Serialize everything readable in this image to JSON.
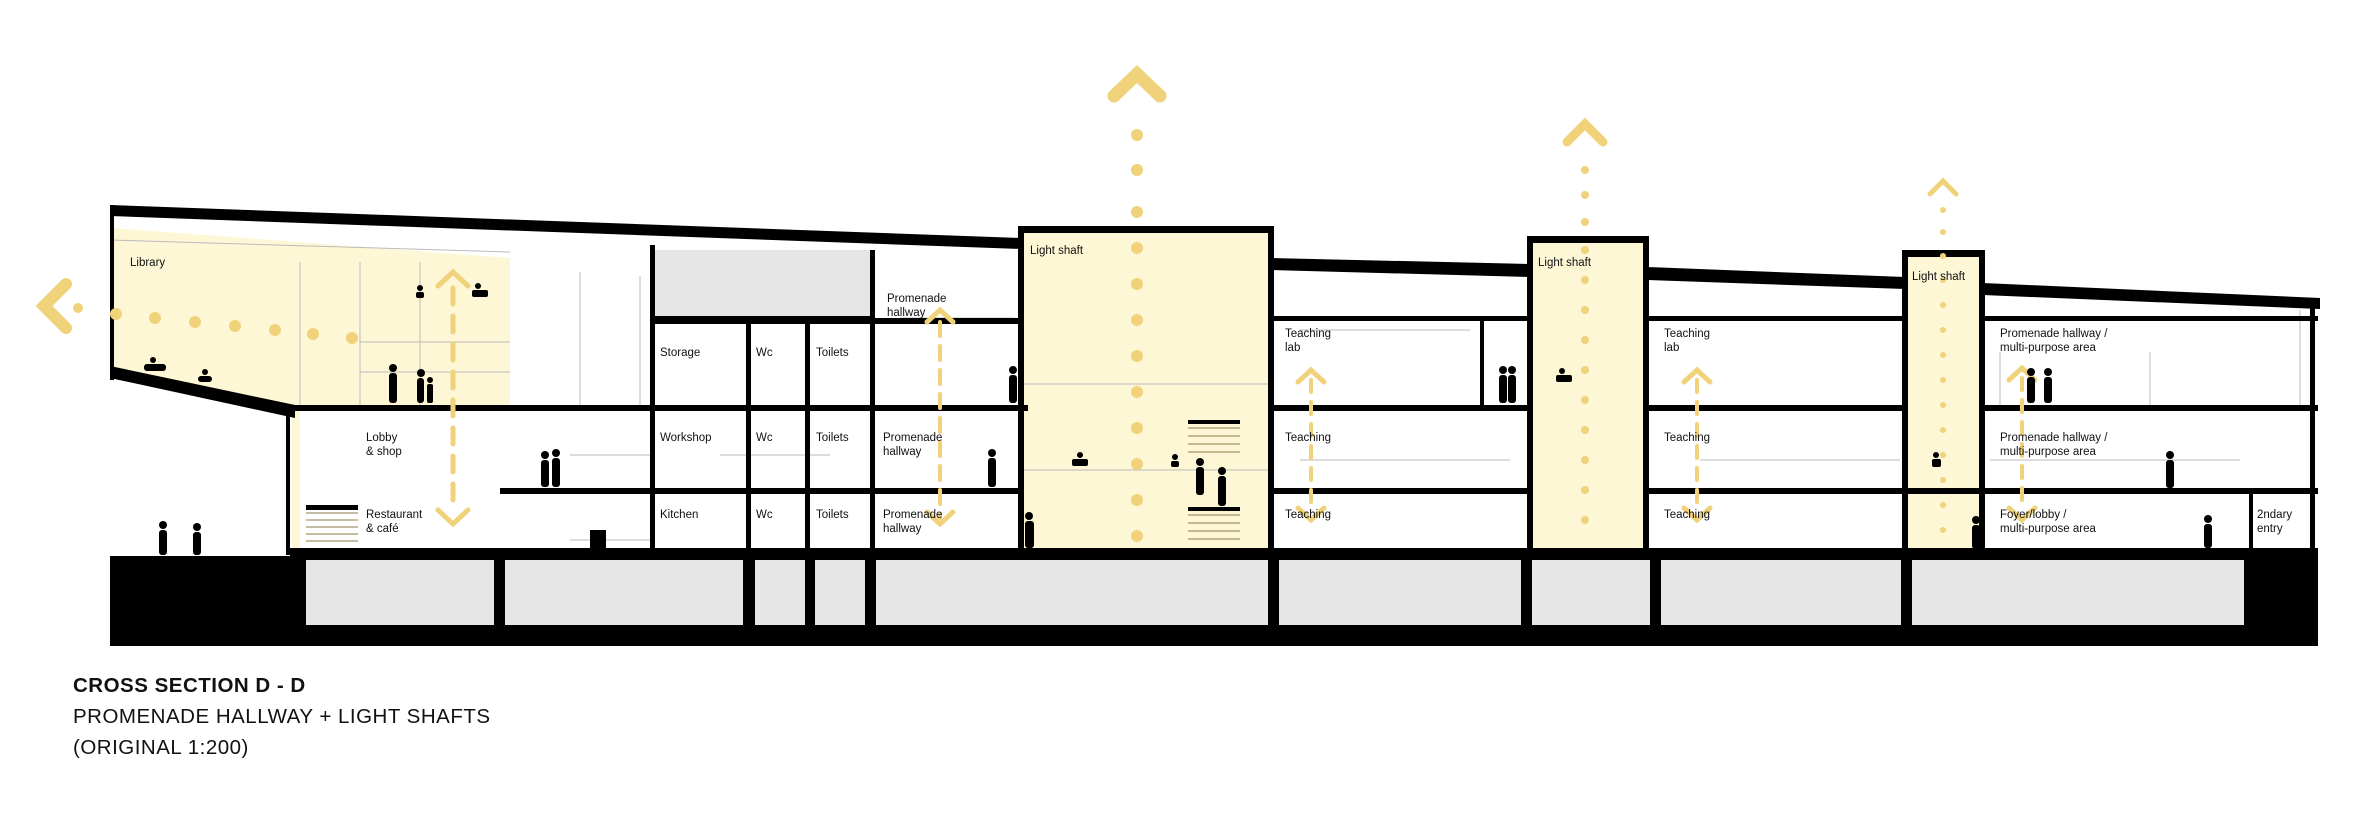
{
  "caption": {
    "title": "CROSS SECTION D - D",
    "subtitle": "PROMENADE HALLWAY + LIGHT SHAFTS",
    "scale": "(ORIGINAL 1:200)"
  },
  "labels": {
    "library": "Library",
    "lobby_1": "Lobby",
    "lobby_2": "& shop",
    "restaurant_1": "Restaurant",
    "restaurant_2": "& café",
    "storage": "Storage",
    "workshop": "Workshop",
    "kitchen": "Kitchen",
    "wc_top": "Wc",
    "wc_mid": "Wc",
    "wc_bot": "Wc",
    "toilets_top": "Toilets",
    "toilets_mid": "Toilets",
    "toilets_bot": "Toilets",
    "promenade_top_1": "Promenade",
    "promenade_top_2": "hallway",
    "promenade_mid_1": "Promenade",
    "promenade_mid_2": "hallway",
    "promenade_bot_1": "Promenade",
    "promenade_bot_2": "hallway",
    "light_shaft_1": "Light shaft",
    "light_shaft_2": "Light shaft",
    "light_shaft_3": "Light shaft",
    "teaching_lab_a_1": "Teaching",
    "teaching_lab_a_2": "lab",
    "teaching_a_mid": "Teaching",
    "teaching_a_bot": "Teaching",
    "teaching_lab_b_1": "Teaching",
    "teaching_lab_b_2": "lab",
    "teaching_b_mid": "Teaching",
    "teaching_b_bot": "Teaching",
    "multi_top_1": "Promenade hallway /",
    "multi_top_2": "multi-purpose area",
    "multi_mid_1": "Promenade hallway /",
    "multi_mid_2": "multi-purpose area",
    "multi_bot_1": "Foyer/lobby /",
    "multi_bot_2": "multi-purpose area",
    "entry_1": "2ndary",
    "entry_2": "entry"
  },
  "colors": {
    "structure": "#000000",
    "accent": "#F0D27A",
    "light_fill": "#FDF7D6",
    "basement": "#E6E6E6",
    "thin_line": "#BBBBBB"
  }
}
